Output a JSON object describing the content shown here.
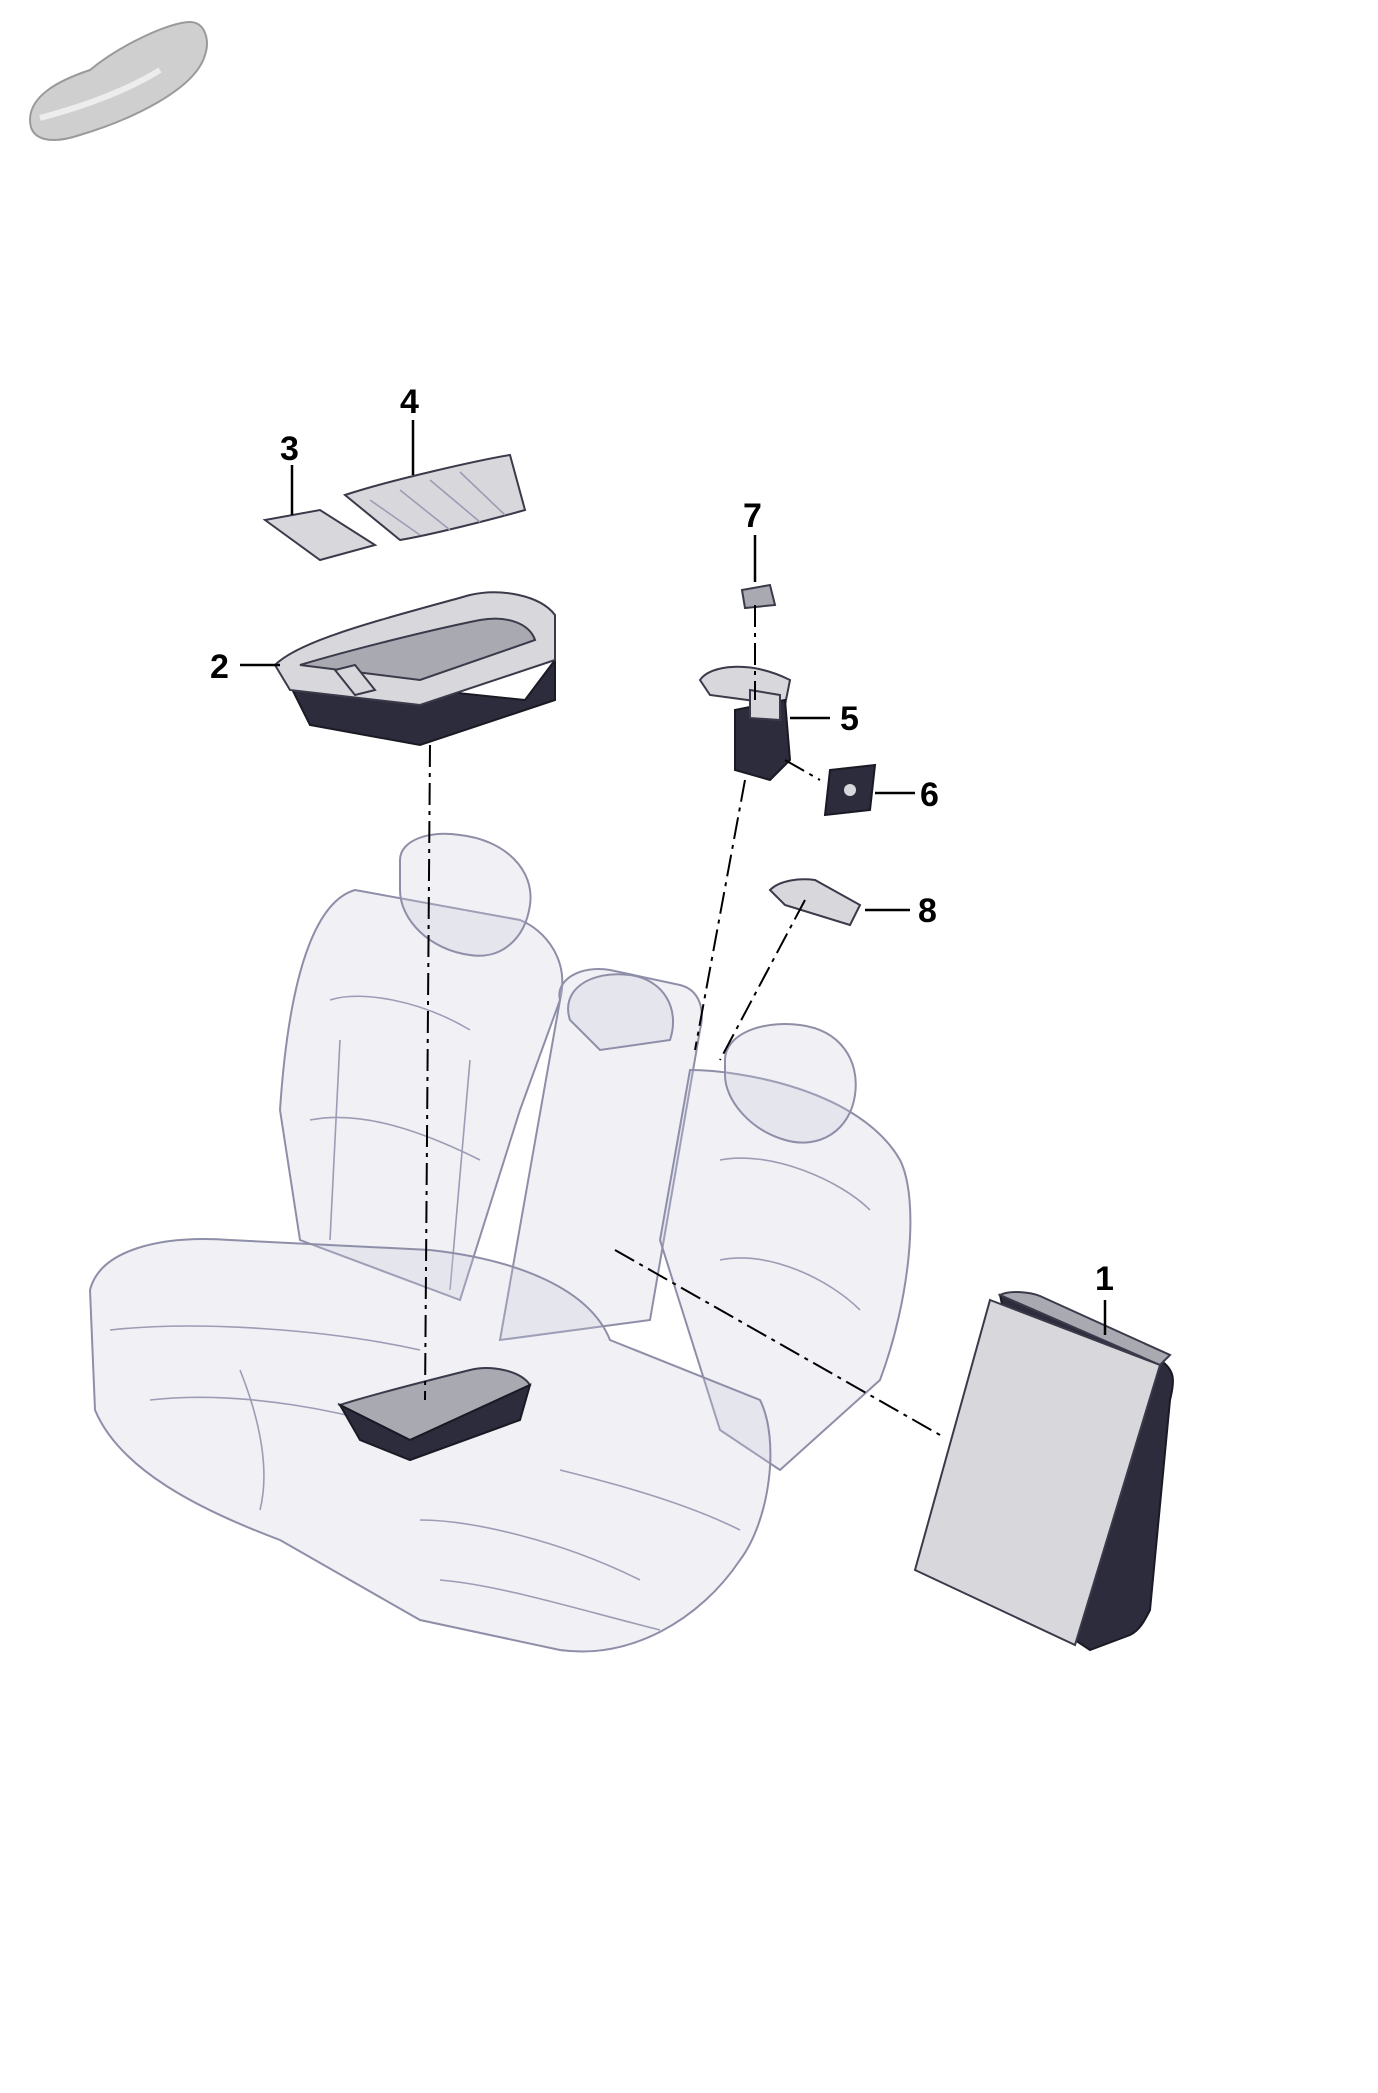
{
  "callouts": [
    {
      "id": "1",
      "label": "1"
    },
    {
      "id": "2",
      "label": "2"
    },
    {
      "id": "3",
      "label": "3"
    },
    {
      "id": "4",
      "label": "4"
    },
    {
      "id": "5",
      "label": "5"
    },
    {
      "id": "6",
      "label": "6"
    },
    {
      "id": "7",
      "label": "7"
    },
    {
      "id": "8",
      "label": "8"
    }
  ],
  "colors": {
    "part_light": "#d8d8dc",
    "part_dark": "#2c2c3c",
    "ghost_outline": "#8e8ea8",
    "label": "#000000"
  }
}
